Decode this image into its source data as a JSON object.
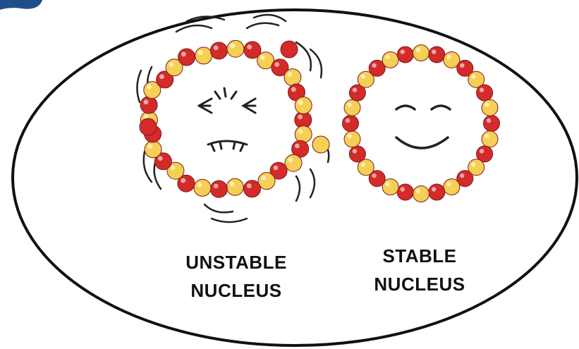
{
  "diagram": {
    "unstable": {
      "label_line1": "UNSTABLE",
      "label_line2": "NUCLEUS",
      "proton_color": "#d42a2a",
      "neutron_color": "#f6cf55"
    },
    "stable": {
      "label_line1": "STABLE",
      "label_line2": "NUCLEUS",
      "proton_color": "#d42a2a",
      "neutron_color": "#f6cf55"
    },
    "header_fragment_color": "#1f4e8c",
    "outline_color": "#111111"
  }
}
